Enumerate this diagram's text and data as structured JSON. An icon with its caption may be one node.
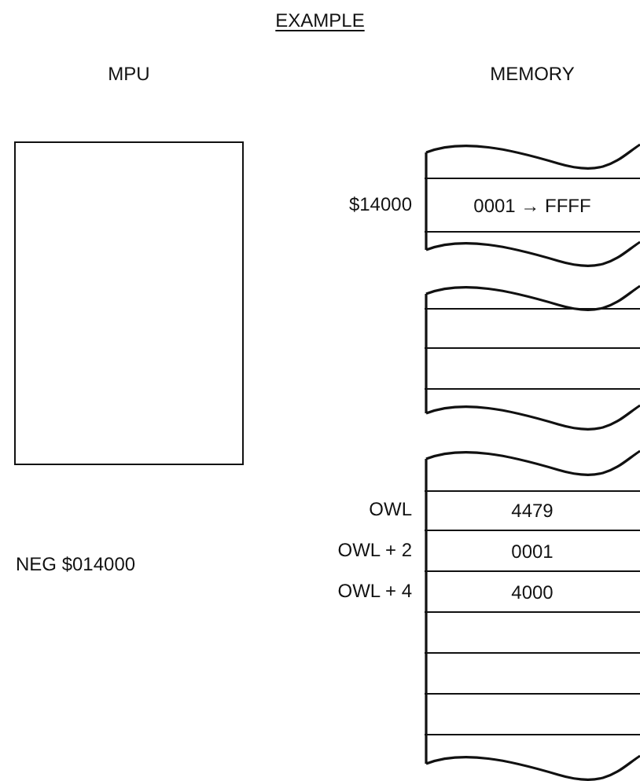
{
  "diagram": {
    "title": "EXAMPLE",
    "nodes": [
      {
        "text": [
          "MPU"
        ]
      },
      {
        "text": [
          "MEMORY"
        ]
      },
      {
        "text": [],
        "shape": "band",
        "in": 1
      },
      {
        "text": [
          "0001 → FFFF"
        ],
        "beside": [
          "$14000"
        ],
        "in": 2
      },
      {
        "text": [],
        "shape": "band",
        "in": 1
      },
      {
        "text": [],
        "shape": "box",
        "in": 4
      },
      {
        "text": [],
        "shape": "box",
        "in": 4
      },
      {
        "text": [],
        "shape": "band",
        "in": 1
      },
      {
        "text": [
          "4479"
        ],
        "beside": [
          "OWL"
        ],
        "in": 7
      },
      {
        "text": [
          "0001"
        ],
        "beside": [
          "OWL + 2"
        ],
        "in": 7
      },
      {
        "text": [
          "4000"
        ],
        "beside": [
          "OWL + 4"
        ],
        "in": 7
      },
      {
        "text": [],
        "shape": "box",
        "in": 7
      },
      {
        "text": [],
        "shape": "box",
        "in": 7
      },
      {
        "text": [],
        "shape": "box",
        "in": 7
      }
    ],
    "edges": [],
    "labels": [
      "NEG $014000"
    ]
  }
}
